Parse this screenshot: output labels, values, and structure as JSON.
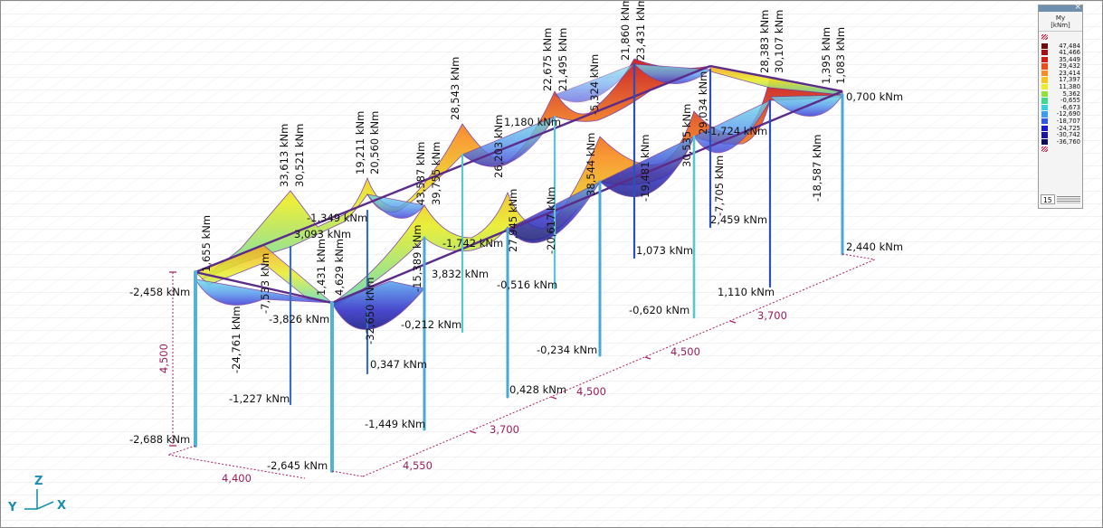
{
  "moment_labels": {
    "lf1": "1,655 kNm",
    "lf2": "-2,458 kNm",
    "lf3": "-7,533 kNm",
    "lf4": "-24,761 kNm",
    "lf5": "-3,826 kNm",
    "lf6": "1,431 kNm",
    "lf7": "4,629 kNm",
    "lf8": "-32,650 kNm",
    "lf9": "-1,227 kNm",
    "lf10": "-2,688 kNm",
    "lf11": "-2,645 kNm",
    "bk1": "33,613 kNm",
    "bk2": "30,521 kNm",
    "bk3": "-1,349 kNm",
    "bk4": "3,093 kNm",
    "bk5": "19,211 kNm",
    "bk6": "20,560 kNm",
    "bk7": "43,587 kNm",
    "bk8": "39,755 kNm",
    "bk9": "28,543 kNm",
    "bk10": "1,180 kNm",
    "bk11": "26,203 kNm",
    "bk12": "22,675 kNm",
    "bk13": "21,495 kNm",
    "bk14": "-5,324 kNm",
    "bk15": "21,860 kNm",
    "bk16": "23,431 kNm",
    "bk17": "28,383 kNm",
    "bk18": "30,107 kNm",
    "bk19": "29,034 kNm",
    "bk20": "-1,724 kNm",
    "bk21": "30,535 kNm",
    "bk22": "1,395 kNm",
    "bk23": "1,083 kNm",
    "bk24": "0,700 kNm",
    "bk25": "-18,587 kNm",
    "bk26": "-7,705 kNm",
    "bk27": "2,459 kNm",
    "bk28": "2,440 kNm",
    "bk29": "1,110 kNm",
    "bk30": "1,073 kNm",
    "bk31": "-19,481 kNm",
    "bk32": "38,544 kNm",
    "fr1": "-15,389 kNm",
    "fr2": "3,832 kNm",
    "fr3": "-1,742 kNm",
    "fr4": "27,945 kNm",
    "fr5": "-20,617 kNm",
    "fr6": "-0,516 kNm",
    "fr7": "-0,212 kNm",
    "fr8": "0,347 kNm",
    "fr9": "-1,449 kNm",
    "fr10": "0,428 kNm",
    "fr11": "-0,234 kNm",
    "fr12": "-0,620 kNm"
  },
  "dimensions": {
    "d_height": "4,500",
    "d_left": "4,400",
    "d_f1": "4,550",
    "d_f2": "3,700",
    "d_f3": "4,500",
    "d_b1": "4,500",
    "d_b2": "3,700"
  },
  "axes": {
    "z": "Z",
    "y": "Y",
    "x": "X"
  },
  "legend": {
    "title": "My",
    "unit": "[kNm]",
    "close": "×",
    "items": [
      {
        "color": "#6e0a0a",
        "value": "47,484"
      },
      {
        "color": "#a60f12",
        "value": "41,466"
      },
      {
        "color": "#d81a14",
        "value": "35,449"
      },
      {
        "color": "#ee4a1c",
        "value": "29,432"
      },
      {
        "color": "#f98a24",
        "value": "23,414"
      },
      {
        "color": "#f6c51e",
        "value": "17,397"
      },
      {
        "color": "#e8ee28",
        "value": "11,380"
      },
      {
        "color": "#8ee23a",
        "value": "5,362"
      },
      {
        "color": "#3fd98c",
        "value": "-0,655"
      },
      {
        "color": "#35cfe2",
        "value": "-6,673"
      },
      {
        "color": "#3a9cf2",
        "value": "-12,690"
      },
      {
        "color": "#2d58e8",
        "value": "-18,707"
      },
      {
        "color": "#1a1ad6",
        "value": "-24,725"
      },
      {
        "color": "#1a15a0",
        "value": "-30,742"
      },
      {
        "color": "#0d0d5a",
        "value": "-36,760"
      }
    ],
    "steps": "15"
  }
}
